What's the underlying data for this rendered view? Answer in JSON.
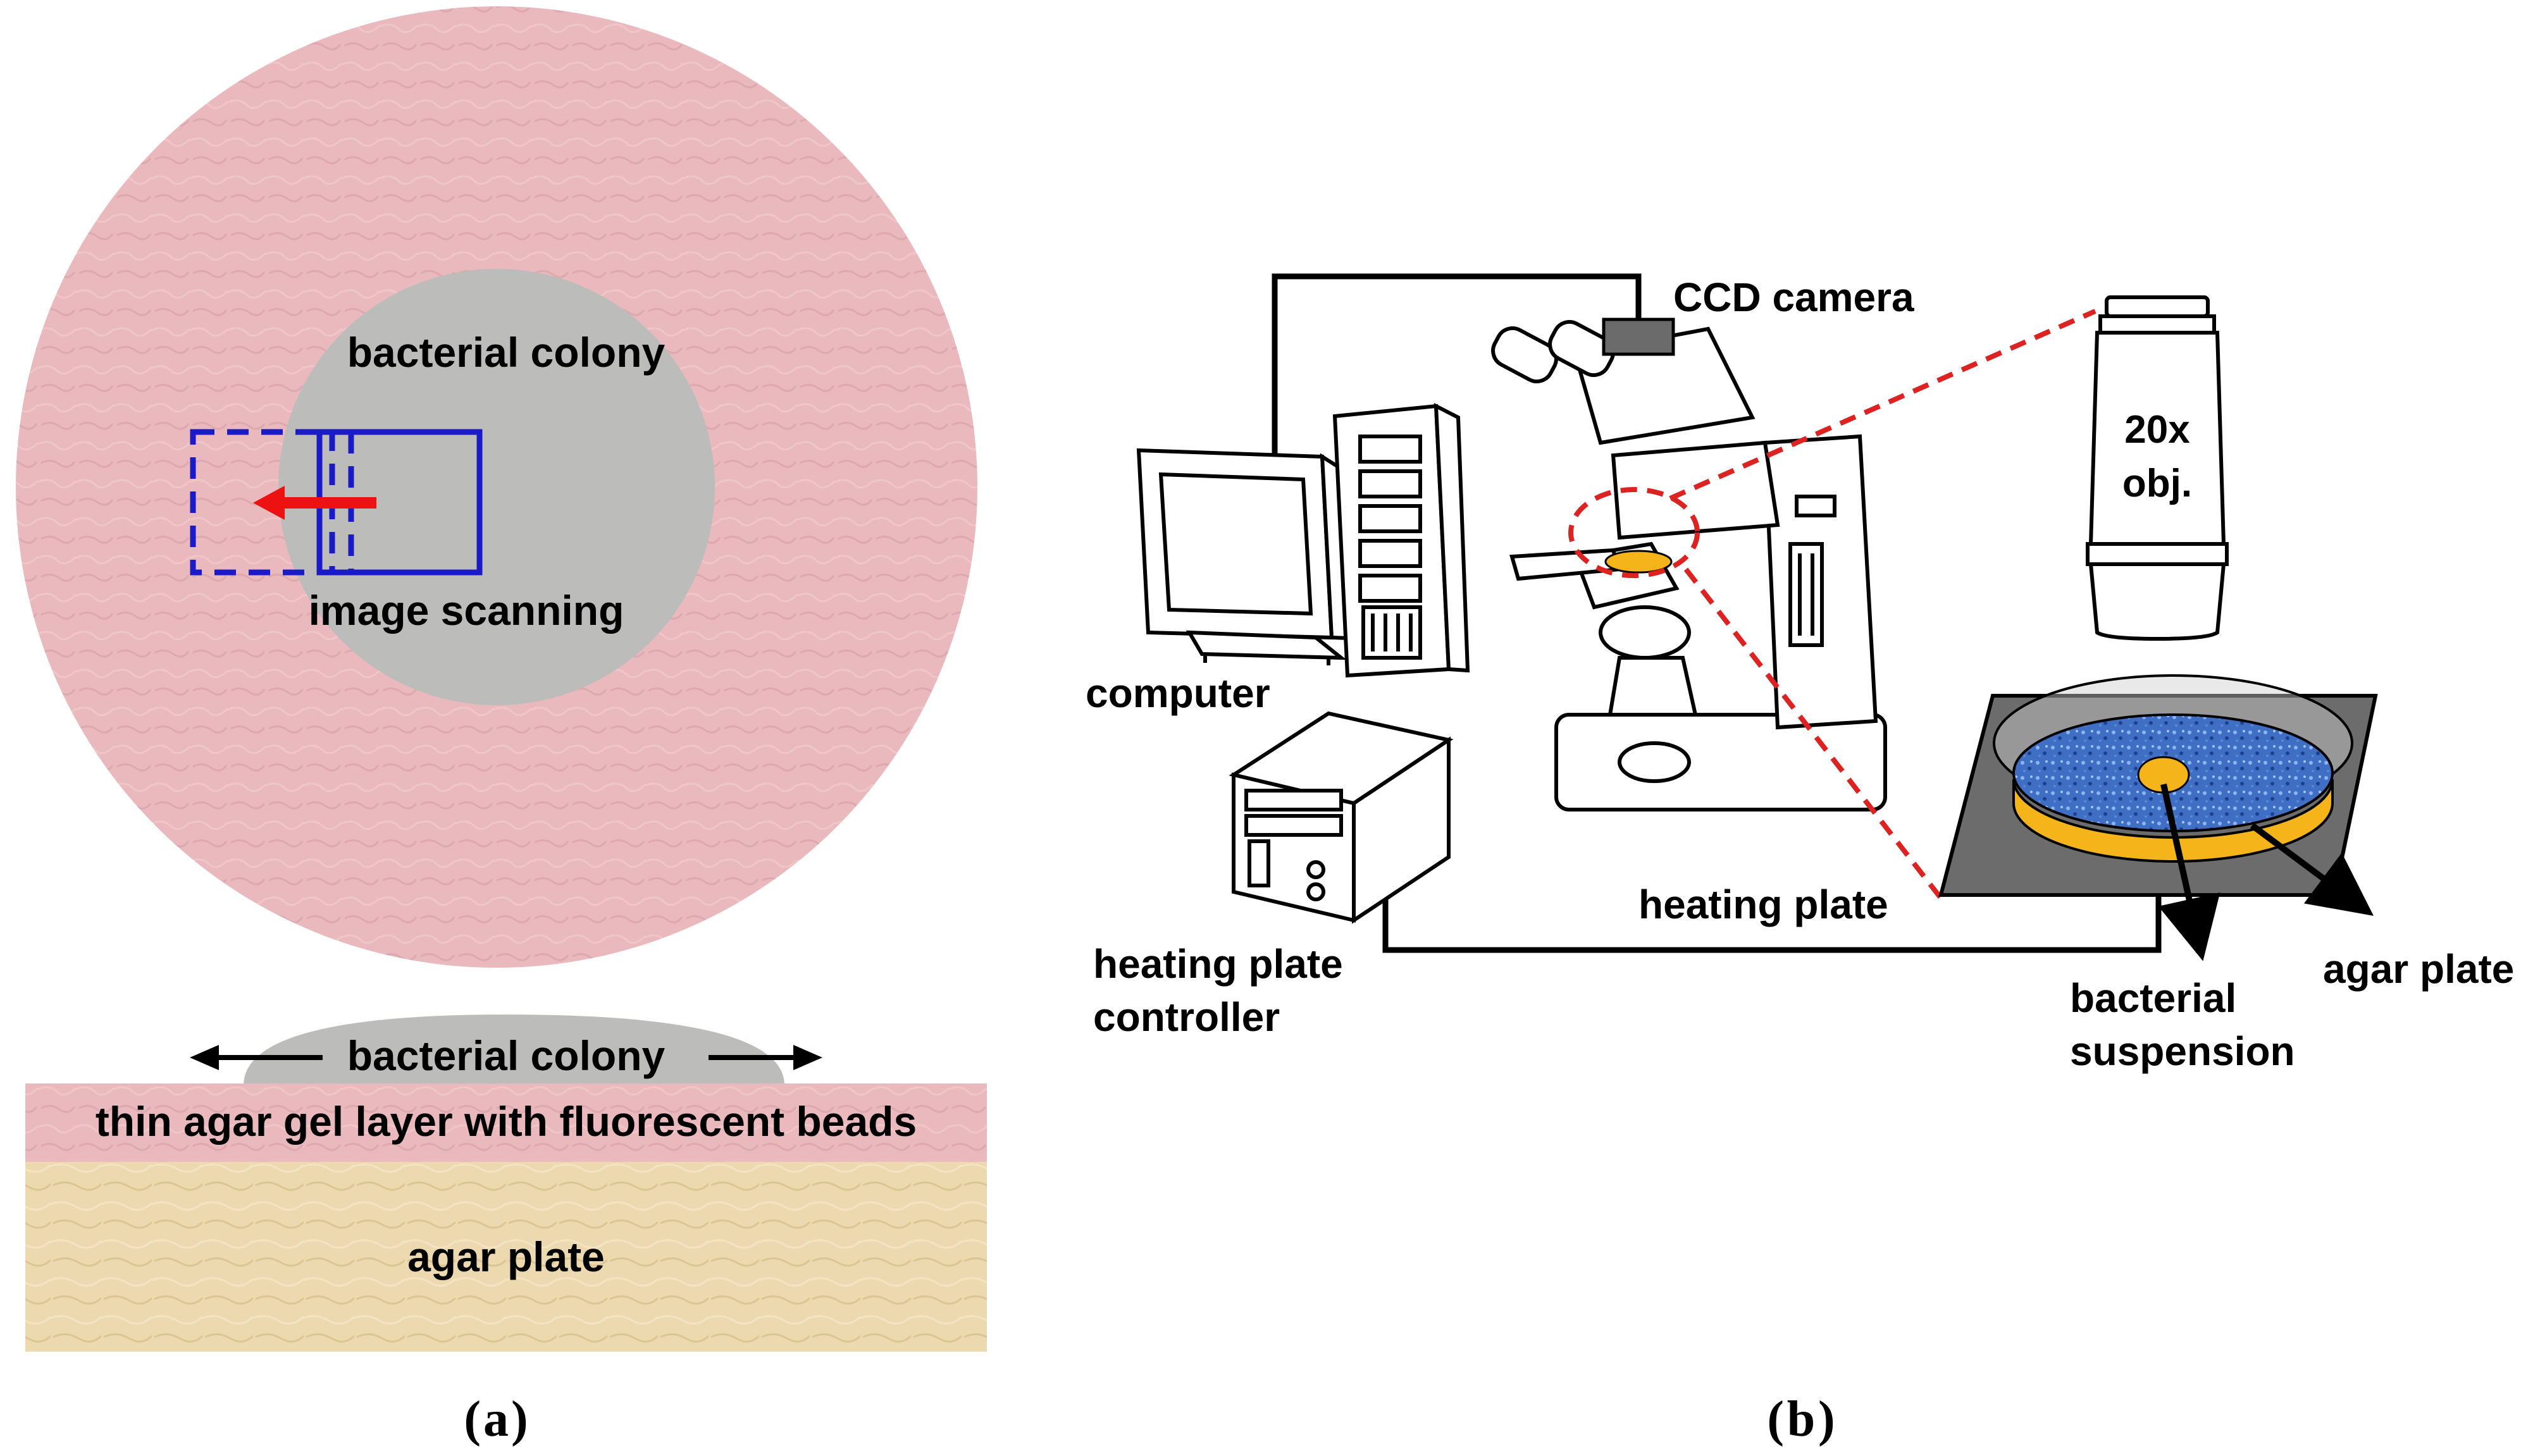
{
  "panel_a": {
    "caption_open": "(",
    "caption_letter": "a",
    "caption_close": ")",
    "colony_top_label": "bacterial colony",
    "scanning_label": "image scanning",
    "colony_side_label": "bacterial colony",
    "gel_layer_label": "thin agar gel layer with fluorescent beads",
    "agar_label": "agar plate"
  },
  "panel_b": {
    "caption_open": "(",
    "caption_letter": "b",
    "caption_close": ")",
    "ccd_label": "CCD camera",
    "computer_label": "computer",
    "controller_label_line1": "heating plate",
    "controller_label_line2": "controller",
    "heating_plate_label": "heating plate",
    "objective_label_line1": "20x",
    "objective_label_line2": "obj.",
    "suspension_label_line1": "bacterial",
    "suspension_label_line2": "suspension",
    "agar_label": "agar plate"
  },
  "colors": {
    "colony_gray": "#bcbcba",
    "agar_pink": "#e9b9bd",
    "agar_tan": "#ecd9b0",
    "scan_frame_blue": "#1a1ac8",
    "scan_arrow_red": "#ee1111",
    "dashed_red": "#dd2222",
    "suspension_yellow": "#f4b41a",
    "dish_blue": "#3f6fc4",
    "heating_plate_gray": "#6c6c6c"
  }
}
